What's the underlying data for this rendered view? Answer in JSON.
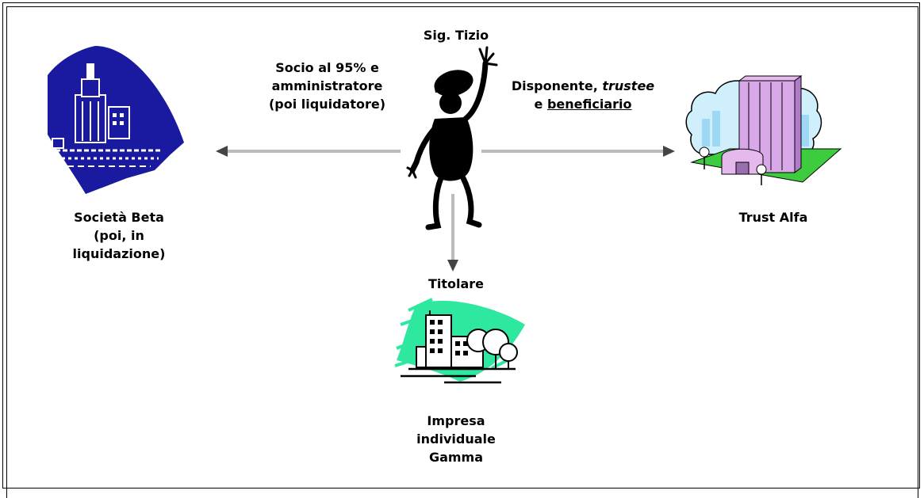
{
  "person": {
    "name": "Sig. Tizio",
    "icon": "stick-figure-waving-icon"
  },
  "entities": {
    "beta": {
      "name_lines": [
        "Società Beta",
        "(poi, in",
        "liquidazione)"
      ],
      "icon": "city-harbor-logo-icon",
      "color": "#1a1aa0"
    },
    "alfa": {
      "name": "Trust Alfa",
      "icon": "office-tower-clipart-icon"
    },
    "gamma": {
      "name_lines": [
        "Impresa",
        "individuale",
        "Gamma"
      ],
      "icon": "city-buildings-trees-clipart-icon",
      "color": "#2ee8a0"
    }
  },
  "relations": {
    "to_beta": {
      "lines": [
        "Socio al 95% e",
        "amministratore",
        "(poi liquidatore)"
      ]
    },
    "to_alfa": {
      "line1_a": "Disponente, ",
      "line1_b": "trustee",
      "line2_a": "e ",
      "line2_b": "beneficiario"
    },
    "to_gamma": {
      "label": "Titolare"
    }
  }
}
